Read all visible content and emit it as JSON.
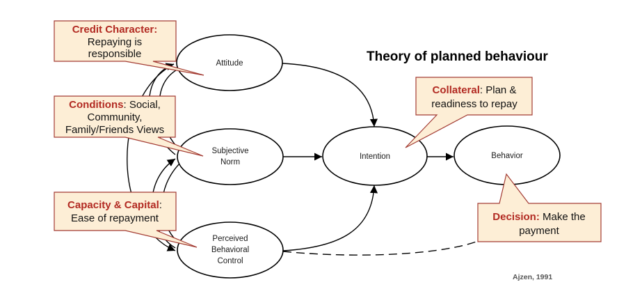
{
  "title": "Theory of planned behaviour",
  "citation": "Ajzen, 1991",
  "colors": {
    "callout_fill": "#fdeed6",
    "callout_border": "#a33b33",
    "callout_keyword": "#b22a22",
    "line": "#000000"
  },
  "nodes": {
    "attitude": {
      "lines": [
        "Attitude"
      ]
    },
    "subjective_norm": {
      "lines": [
        "Subjective",
        "Norm"
      ]
    },
    "pbc": {
      "lines": [
        "Perceived",
        "Behavioral",
        "Control"
      ]
    },
    "intention": {
      "lines": [
        "Intention"
      ]
    },
    "behavior": {
      "lines": [
        "Behavior"
      ]
    }
  },
  "callouts": {
    "credit_character": {
      "keyword": "Credit Character:",
      "rest": "",
      "lines": [
        "Repaying is",
        "responsible"
      ]
    },
    "conditions": {
      "keyword": "Conditions",
      "rest": ": Social,",
      "lines": [
        "Community,",
        "Family/Friends Views"
      ]
    },
    "capacity": {
      "keyword": "Capacity & Capital",
      "rest": ":",
      "lines": [
        "Ease of repayment"
      ]
    },
    "collateral": {
      "keyword": "Collateral",
      "rest": ": Plan &",
      "lines": [
        "readiness to repay"
      ]
    },
    "decision": {
      "keyword": "Decision:",
      "rest": " Make the",
      "lines": [
        "payment"
      ]
    }
  }
}
